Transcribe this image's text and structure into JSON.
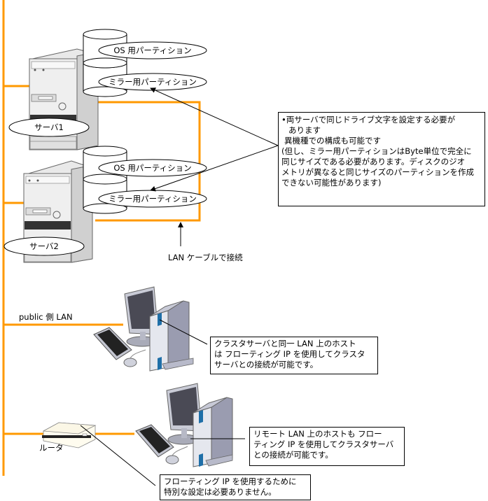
{
  "colors": {
    "lan_line": "#FF9900",
    "callout_line": "#000000",
    "note_border": "#000000",
    "server_body": "#E6E6E6",
    "monitor_screen": "#4A4A55",
    "pc_body": "#9A9CB0",
    "accent_blue": "#1F6FA8"
  },
  "servers": [
    {
      "label": "サーバ1",
      "partitions": {
        "os": "OS 用パーティション",
        "mirror": "ミラー用パーティション"
      }
    },
    {
      "label": "サーバ2",
      "partitions": {
        "os": "OS 用パーティション",
        "mirror": "ミラー用パーティション"
      }
    }
  ],
  "lan_cable_label": "LAN ケーブルで接続",
  "public_lan_label": "public 側 LAN",
  "router_label": "ルータ",
  "notes": {
    "drive_letter": {
      "bullet": "•",
      "lines": [
        "両サーバで同じドライブ文字を設定する必要が",
        "あります",
        "異機種での構成も可能です",
        "(但し、ミラー用パーティションはByte単位で完全に",
        "同じサイズである必要があります。ディスクのジオ",
        "メトリが異なると同じサイズのパーティションを作成",
        "できない可能性があります)"
      ]
    },
    "same_lan_host": {
      "lines": [
        "クラスタサーバと同一  LAN  上のホスト",
        "は  フローティング IP  を使用してクラスタ",
        "サーバとの接続が可能です。"
      ]
    },
    "remote_lan_host": {
      "lines": [
        "リモート  LAN  上のホストも  フロー",
        "ティング IP  を使用してクラスタサーバ",
        "との接続が可能です。"
      ]
    },
    "router_setting": {
      "lines": [
        "フローティング IP  を使用するために",
        "特別な設定は必要ありません。"
      ]
    }
  }
}
